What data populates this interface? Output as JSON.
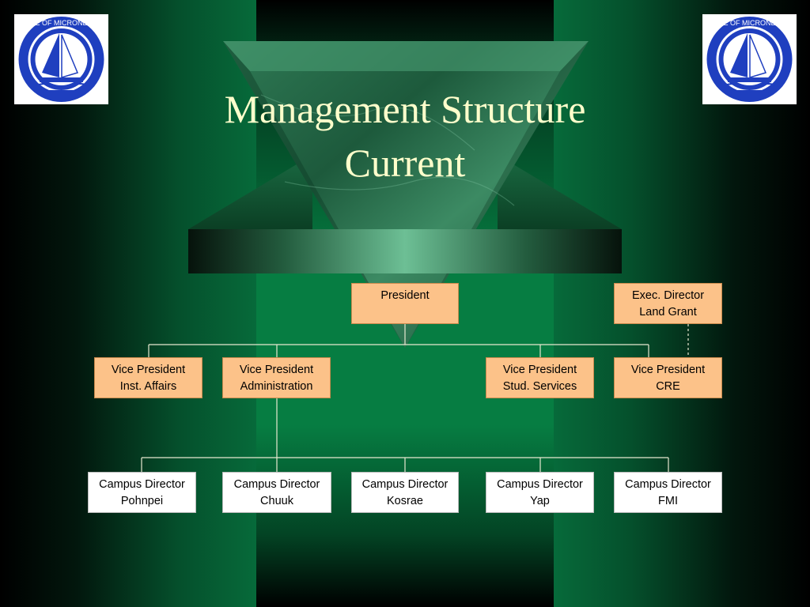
{
  "slide": {
    "title_line1": "Management Structure",
    "title_line2": "Current"
  },
  "logos": {
    "text": "COLLEGE OF MICRONESIA-FSM",
    "icon": "college-seal"
  },
  "colors": {
    "title": "#ffffcc",
    "officer_box": "#fcc289",
    "campus_box": "#ffffff",
    "connector": "#e8e8d0",
    "background_green": "#067d42"
  },
  "org_chart": {
    "president": {
      "line1": "President"
    },
    "exec_director": {
      "line1": "Exec. Director",
      "line2": "Land Grant"
    },
    "vice_presidents": [
      {
        "line1": "Vice President",
        "line2": "Inst. Affairs"
      },
      {
        "line1": "Vice President",
        "line2": "Administration"
      },
      {
        "line1": "Vice President",
        "line2": "Stud. Services"
      },
      {
        "line1": "Vice President",
        "line2": "CRE"
      }
    ],
    "campus_directors": [
      {
        "line1": "Campus Director",
        "line2": "Pohnpei"
      },
      {
        "line1": "Campus Director",
        "line2": "Chuuk"
      },
      {
        "line1": "Campus Director",
        "line2": "Kosrae"
      },
      {
        "line1": "Campus Director",
        "line2": "Yap"
      },
      {
        "line1": "Campus Director",
        "line2": "FMI"
      }
    ]
  }
}
